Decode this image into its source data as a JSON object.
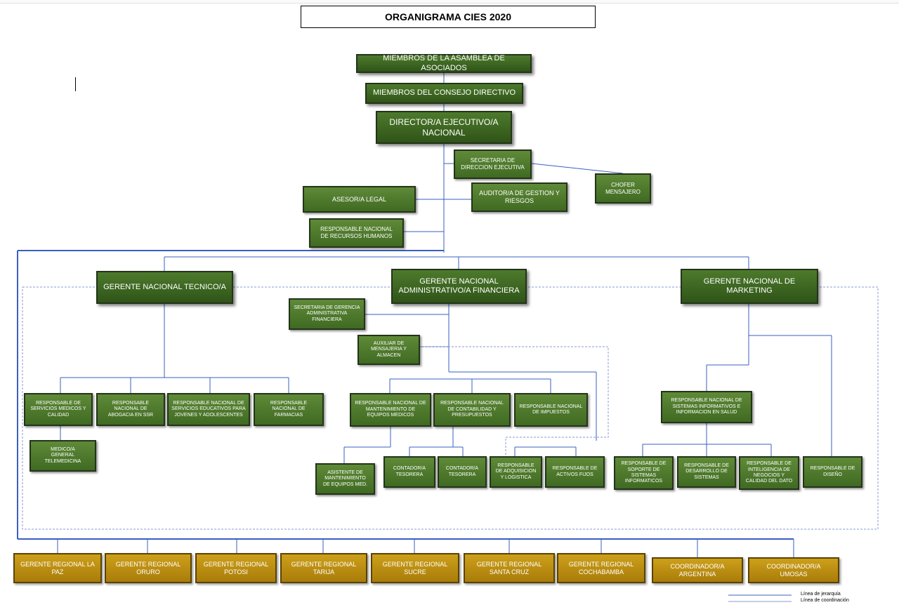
{
  "title": "ORGANIGRAMA CIES 2020",
  "top": {
    "asamblea": "MIEMBROS DE LA ASAMBLEA DE ASOCIADOS",
    "consejo": "MIEMBROS DEL CONSEJO DIRECTIVO",
    "director": "DIRECTOR/A EJECUTIVO/A\nNACIONAL"
  },
  "staff": {
    "secretaria": "SECRETARIA DE\nDIRECCION EJECUTIVA",
    "chofer": "CHOFER\nMENSAJERO",
    "asesor": "ASESOR/A LEGAL",
    "auditor": "AUDITOR/A DE GESTION Y\nRIESGOS",
    "rrhh": "RESPONSABLE NACIONAL\nDE RECURSOS HUMANOS"
  },
  "managers": {
    "tecnico": "GERENTE NACIONAL TECNICO/A",
    "administrativo": "GERENTE NACIONAL\nADMINISTRATIVO/A FINANCIERA",
    "marketing": "GERENTE NACIONAL DE\nMARKETING"
  },
  "tecnico_units": {
    "servicios": "RESPONSABLE DE\nSERVICIOS MEDICOS Y\nCALIDAD",
    "abogacia": "RESPONSABLE\nNACIONAL DE\nABOGACIA EN SSR",
    "educativos": "RESPONSABLE NACIONAL DE\nSERVICIOS EDUCATIVOS PARA\nJOVENES Y ADOLESCENTES",
    "farmacias": "RESPONSABLE\nNACIONAL DE\nFARMACIAS",
    "medico": "MEDICO/A\nGENERAL\nTELEMEDICINA"
  },
  "admin_units": {
    "secretaria": "SECRETARIA DE GERENCIA\nADMINISTRATIVA\nFINANCIERA",
    "auxiliar": "AUXILIAR DE\nMENSAJERIA Y\nALMACEN",
    "mantenimiento": "RESPONSABLE NACIONAL DE\nMANTENIMIENTO DE\nEQUIPOS MEDICOS",
    "contabilidad": "RESPONSABLE NACIONAL\nDE CONTABILIDAD Y\nPRESUPUESTOS",
    "impuestos": "RESPONSABLE NACIONAL\nDE IMPUESTOS",
    "asistente": "ASISTENTE DE\nMANTENIMIENTO\nDE EQUIPOS MED.",
    "contador1": "CONTADOR/A\nTESORERA",
    "contador2": "CONTADOR/A\nTESORERA",
    "adquisicion": "RESPONSABLE\nDE ADQUISICION\nY LOGISTICA",
    "activos": "RESPONSABLE DE\nACTIVOS FIJOS"
  },
  "marketing_units": {
    "sistemas": "RESPONSABLE NACIONAL DE\nSISTEMAS INFORMATIVOS E\nINFORMACION EN SALUD",
    "soporte": "RESPONSABLE DE\nSOPORTE DE\nSISTEMAS\nINFORMATICOS",
    "desarrollo": "RESPONSABLE DE\nDESARROLLO DE\nSISTEMAS",
    "inteligencia": "RESPONSABLE DE\nINTELIGENCIA DE\nNEGOCIOS Y\nCALIDAD DEL DATO",
    "diseno": "RESPONSABLE DE\nDISEÑO"
  },
  "regional": [
    "GERENTE REGIONAL LA\nPAZ",
    "GERENTE REGIONAL\nORURO",
    "GERENTE REGIONAL\nPOTOSI",
    "GERENTE REGIONAL\nTARIJA",
    "GERENTE REGIONAL\nSUCRE",
    "GERENTE REGIONAL\nSANTA CRUZ",
    "GERENTE REGIONAL\nCOCHABAMBA",
    "COORDINADOR/A\nARGENTINA",
    "COORDINADOR/A\nUMOSAS"
  ],
  "legend": {
    "jerarquia": "Línea de jerarquía",
    "coordinacion": "Línea de coordinación"
  },
  "colors": {
    "green_box": "#4f7a2c",
    "gold_box": "#c29414",
    "hierarchy_line": "#3a5fc0",
    "coordination_line": "#8a9ad0"
  }
}
